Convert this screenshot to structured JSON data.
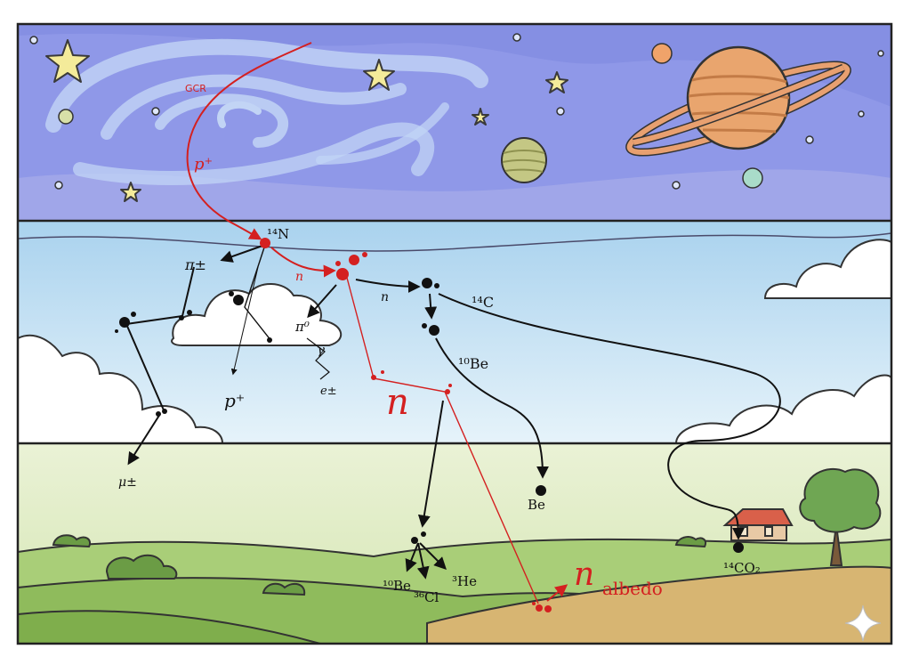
{
  "labels": {
    "gcr": "GCR",
    "proton_in": "p⁺",
    "n14": "¹⁴N",
    "pion_pm": "π±",
    "n_small": "n",
    "n_black": "n",
    "c14": "¹⁴C",
    "pion0": "π⁰",
    "gamma": "γ",
    "be10": "¹⁰Be",
    "proton_out": "p⁺",
    "electron": "e±",
    "n_big": "n",
    "muon": "μ±",
    "be": "Be",
    "co2": "¹⁴CO₂",
    "ground_be10": "¹⁰Be",
    "cl36": "³⁶Cl",
    "he3": "³He",
    "n_albedo_n": "n",
    "n_albedo_sub": "albedo"
  },
  "colors": {
    "space": "#8d97e6",
    "sky": "#bfe0f2",
    "ground": "#dbe8c2",
    "hills": "#9fc46e",
    "red_path": "#d42020",
    "ink": "#111111"
  }
}
